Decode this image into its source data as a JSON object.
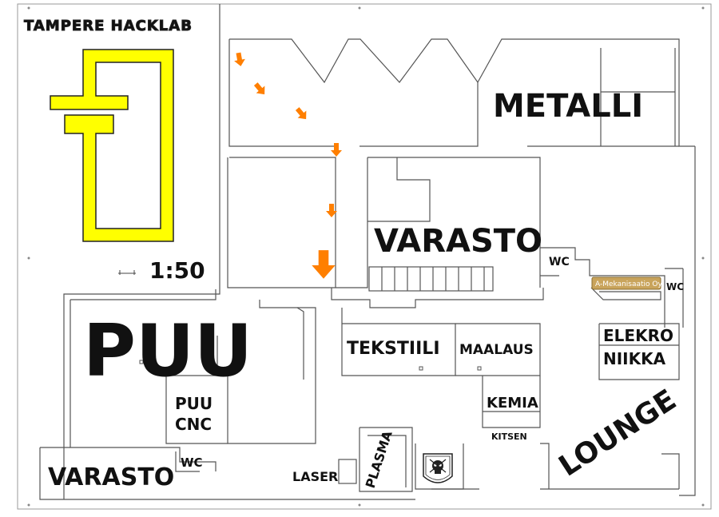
{
  "title": "TAMPERE HACKLAB",
  "scale": "1:50",
  "colors": {
    "logo": "#ffff00",
    "logo_outline": "#222222",
    "title_fill": "#ffff00",
    "arrows": "#ff7f00",
    "walls": "#555555",
    "company_sign": "#c9a45c"
  },
  "rooms": {
    "metalli": "METALLI",
    "varasto_center": "VARASTO",
    "puu": "PUU",
    "puu_cnc_line1": "PUU",
    "puu_cnc_line2": "CNC",
    "varasto_left": "VARASTO",
    "wc_left": "WC",
    "wc_center": "WC",
    "wc_right": "WC",
    "laser": "LASER",
    "plasma": "PLASMA",
    "tekstiili": "TEKSTIILI",
    "maalaus": "MAALAUS",
    "kemia": "KEMIA",
    "kitsen": "KITSEN",
    "elekroniikka_line1": "ELEKRO",
    "elekroniikka_line2": "NIIKKA",
    "lounge": "LOUNGE",
    "company": "A-Mekanisaatio Oy"
  },
  "arrow_icon": "arrow-down",
  "emblem_icon": "skull-shield-emblem"
}
